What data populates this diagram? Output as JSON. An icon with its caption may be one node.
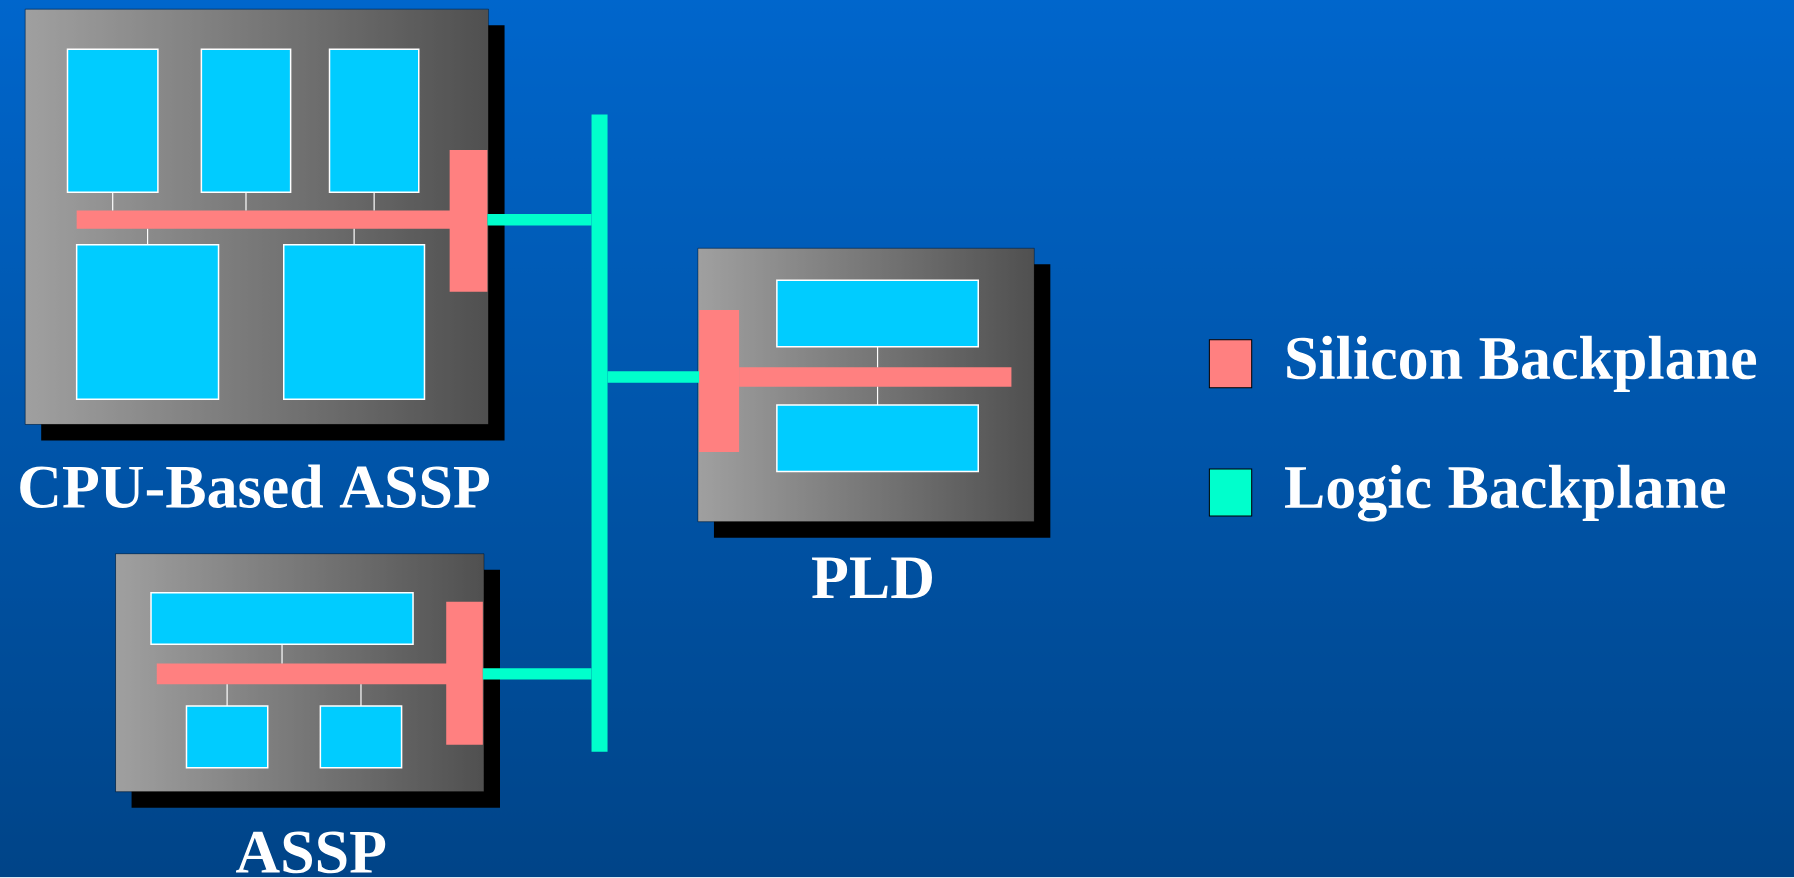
{
  "diagram": {
    "nodes": [
      {
        "text": [
          "CPU-Based ASSP"
        ]
      },
      {
        "text": [],
        "shape": "box",
        "in": 0
      },
      {
        "text": [],
        "shape": "box",
        "in": 0
      },
      {
        "text": [],
        "shape": "box",
        "in": 0
      },
      {
        "text": [],
        "shape": "box",
        "in": 0
      },
      {
        "text": [],
        "shape": "box",
        "in": 0
      },
      {
        "text": [],
        "shape": "bar",
        "in": 0
      },
      {
        "text": [],
        "shape": "bar"
      },
      {
        "text": [
          "PLD"
        ]
      },
      {
        "text": [],
        "shape": "box",
        "in": 8
      },
      {
        "text": [],
        "shape": "box",
        "in": 8
      },
      {
        "text": [],
        "shape": "bar",
        "in": 8
      },
      {
        "text": [
          "ASSP"
        ]
      },
      {
        "text": [],
        "shape": "box",
        "in": 12
      },
      {
        "text": [],
        "shape": "box",
        "in": 12
      },
      {
        "text": [],
        "shape": "box",
        "in": 12
      },
      {
        "text": [],
        "shape": "bar",
        "in": 12
      }
    ],
    "edges": [
      {
        "from": 1,
        "to": 6,
        "arrow": "none"
      },
      {
        "from": 2,
        "to": 6,
        "arrow": "none"
      },
      {
        "from": 3,
        "to": 6,
        "arrow": "none"
      },
      {
        "from": 4,
        "to": 6,
        "arrow": "none"
      },
      {
        "from": 5,
        "to": 6,
        "arrow": "none"
      },
      {
        "from": 6,
        "to": 7,
        "arrow": "none",
        "style": "thick",
        "color": "#00ffcc"
      },
      {
        "from": 9,
        "to": 11,
        "arrow": "none"
      },
      {
        "from": 10,
        "to": 11,
        "arrow": "none"
      },
      {
        "from": 7,
        "to": 11,
        "arrow": "none",
        "style": "thick",
        "color": "#00ffcc"
      },
      {
        "from": 13,
        "to": 16,
        "arrow": "none"
      },
      {
        "from": 14,
        "to": 16,
        "arrow": "none"
      },
      {
        "from": 15,
        "to": 16,
        "arrow": "none"
      },
      {
        "from": 16,
        "to": 7,
        "arrow": "none",
        "style": "thick",
        "color": "#00ffcc"
      }
    ],
    "legend": [
      {
        "text": "Silicon Backplane",
        "color": "#ff8080"
      },
      {
        "text": "Logic Backplane",
        "color": "#00ffcc"
      }
    ]
  }
}
